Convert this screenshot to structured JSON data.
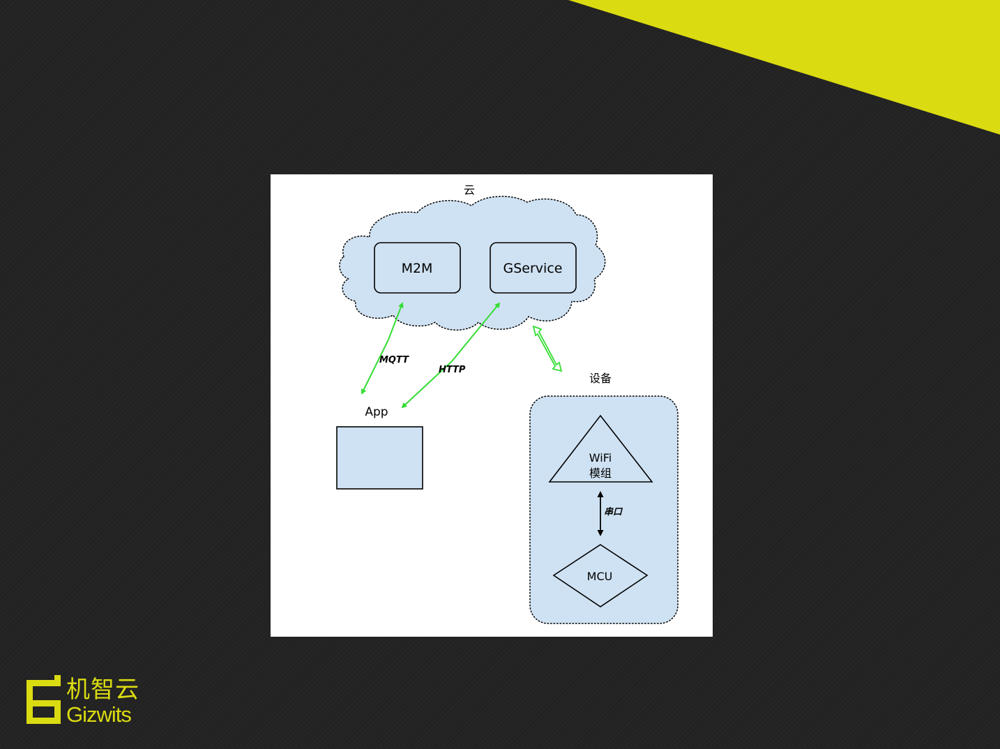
{
  "slide": {
    "accent_color": "#dbdb12",
    "background_color": "#222222"
  },
  "diagram": {
    "cloud": {
      "label": "云",
      "nodes": {
        "m2m": "M2M",
        "gservice": "GService"
      }
    },
    "app": {
      "label": "App"
    },
    "device": {
      "label": "设备",
      "wifi_line1": "WiFi",
      "wifi_line2": "模组",
      "serial_label": "串口",
      "mcu": "MCU"
    },
    "links": {
      "mqtt": "MQTT",
      "http": "HTTP"
    },
    "colors": {
      "fill": "#cfe2f3",
      "arrow_green": "#33dd33",
      "stroke": "#000000"
    }
  },
  "logo": {
    "name_cn": "机智云",
    "name_en": "Gizwits"
  }
}
